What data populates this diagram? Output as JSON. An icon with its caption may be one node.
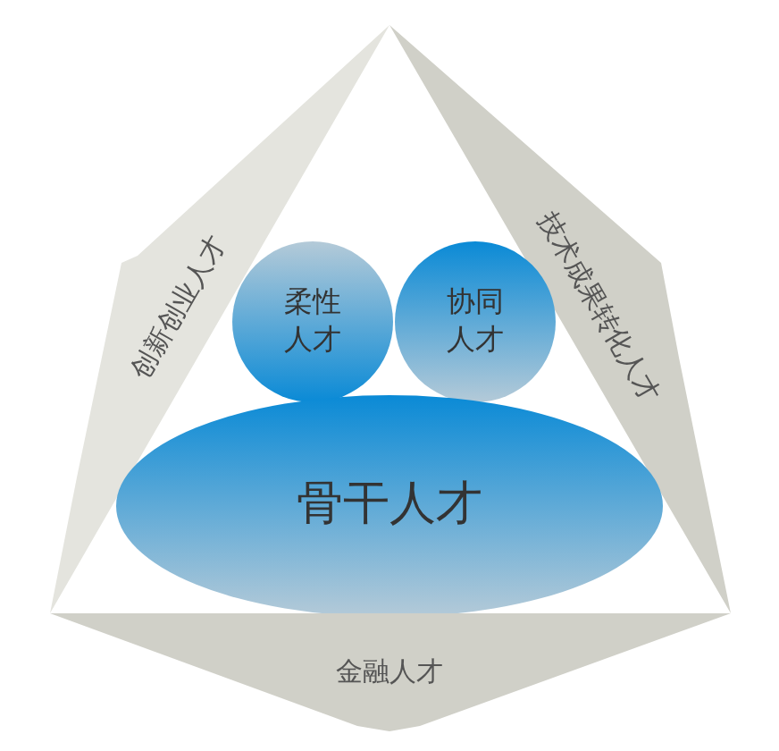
{
  "diagram": {
    "nodes": [
      {
        "text": [
          "创新创业人才"
        ]
      },
      {
        "text": [
          "技术成果转化人才"
        ]
      },
      {
        "text": [
          "柔性人才"
        ]
      },
      {
        "text": [
          "协同人才"
        ]
      },
      {
        "text": [
          "骨干人才"
        ]
      },
      {
        "text": [
          "金融人才"
        ]
      }
    ]
  }
}
